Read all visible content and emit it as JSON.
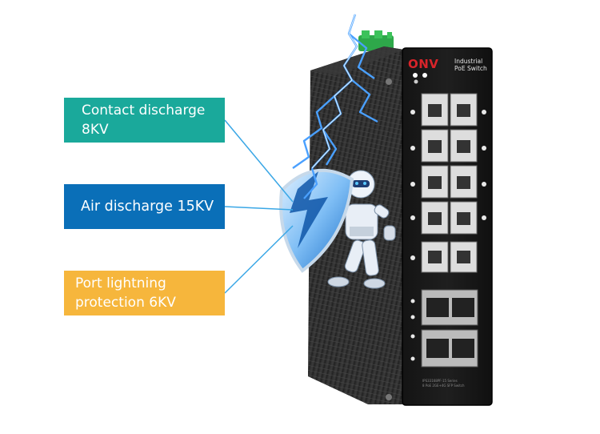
{
  "callouts": {
    "contact": {
      "line1": "Contact discharge",
      "line2": "8KV"
    },
    "air": {
      "line1": "Air discharge 15KV"
    },
    "port": {
      "line1": "Port lightning",
      "line2": "protection 6KV"
    }
  },
  "product": {
    "brand": "ONV",
    "subtitle_line1": "Industrial",
    "subtitle_line2": "PoE Switch",
    "bottom_line1": "IPS33168PF-15 Series",
    "bottom_line2": "8 PoE 2GE+4G SFP Switch"
  },
  "colors": {
    "contact": "#1aa99b",
    "air": "#0a6fb8",
    "port": "#f6b63c",
    "brand_red": "#d8242a",
    "lightning": "#4aa0ff"
  }
}
